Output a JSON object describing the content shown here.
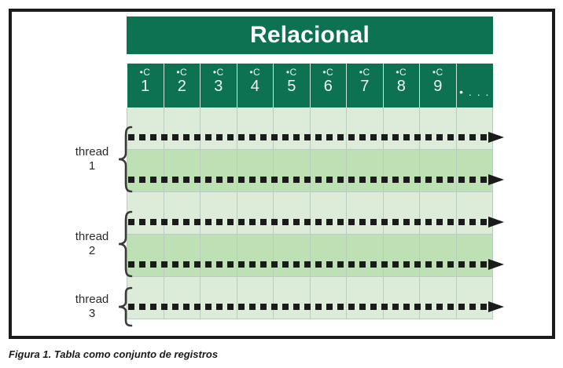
{
  "figure": {
    "caption": "Figura 1. Tabla como conjunto de registros",
    "frame_border_color": "#1b1b1b"
  },
  "banner": {
    "title": "Relacional",
    "background_color": "#0d7252",
    "text_color": "#ffffff"
  },
  "table": {
    "header_background": "#0d7252",
    "header_text_color": "#eef6f2",
    "gridline_color": "#b9cdbf",
    "row_shade_light": "#ddecd8",
    "row_shade_dark": "#bde0b4",
    "columns": [
      {
        "bullet": "•",
        "letter": "C",
        "number": "1"
      },
      {
        "bullet": "•",
        "letter": "C",
        "number": "2"
      },
      {
        "bullet": "•",
        "letter": "C",
        "number": "3"
      },
      {
        "bullet": "•",
        "letter": "C",
        "number": "4"
      },
      {
        "bullet": "•",
        "letter": "C",
        "number": "5"
      },
      {
        "bullet": "•",
        "letter": "C",
        "number": "6"
      },
      {
        "bullet": "•",
        "letter": "C",
        "number": "7"
      },
      {
        "bullet": "•",
        "letter": "C",
        "number": "8"
      },
      {
        "bullet": "•",
        "letter": "C",
        "number": "9"
      }
    ],
    "last_column_label": "• . . .",
    "rows": [
      {
        "shade": "light"
      },
      {
        "shade": "dark"
      },
      {
        "shade": "light"
      },
      {
        "shade": "dark"
      },
      {
        "shade": "light"
      }
    ],
    "record_arrow_count": 5,
    "arrow_color": "#1b1b1b"
  },
  "threads": [
    {
      "name": "thread",
      "number": "1",
      "spans_rows": 2
    },
    {
      "name": "thread",
      "number": "2",
      "spans_rows": 2
    },
    {
      "name": "thread",
      "number": "3",
      "spans_rows": 1
    }
  ]
}
